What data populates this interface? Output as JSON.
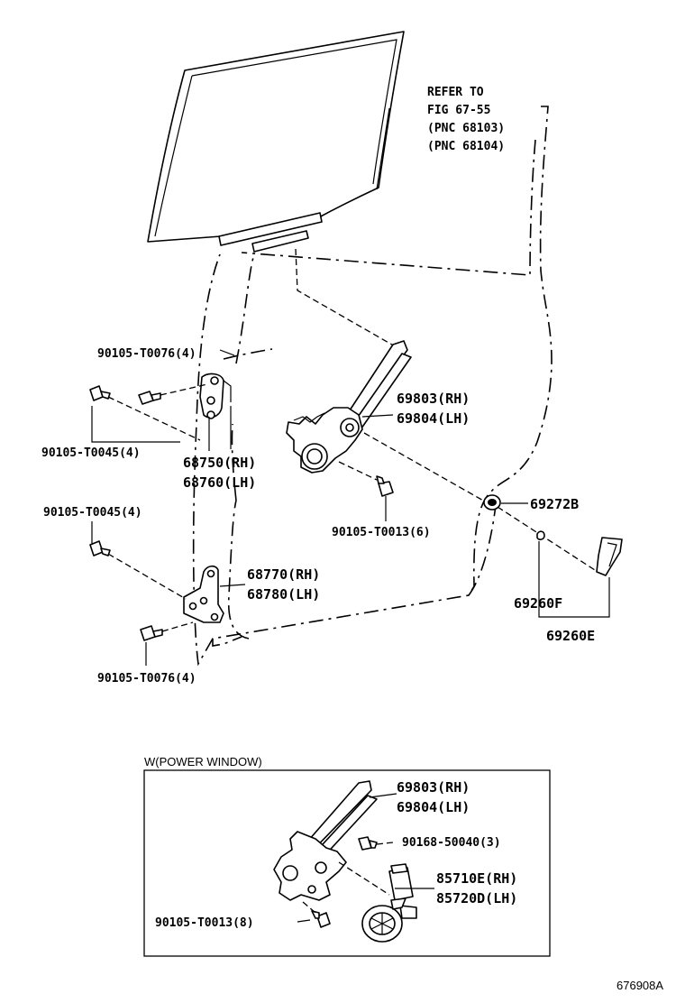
{
  "refer_note": {
    "line1": "REFER TO",
    "line2": "FIG 67-55",
    "line3": "(PNC 68103)",
    "line4": "(PNC 68104)"
  },
  "labels": {
    "bolt_top_left": "90105-T0076(4)",
    "bolt_left_1": "90105-T0045(4)",
    "bolt_left_2": "90105-T0045(4)",
    "bolt_bottom_left": "90105-T0076(4)",
    "channel_rh": "68750(RH)",
    "channel_lh": "68760(LH)",
    "lower_channel_rh": "68770(RH)",
    "lower_channel_lh": "68780(LH)",
    "regulator_rh": "69803(RH)",
    "regulator_lh": "69804(LH)",
    "regulator_bolt": "90105-T0013(6)",
    "bushing": "69272B",
    "handle_sub": "69260F",
    "handle": "69260E"
  },
  "power_window": {
    "title": "W(POWER WINDOW)",
    "regulator_rh": "69803(RH)",
    "regulator_lh": "69804(LH)",
    "screw": "90168-50040(3)",
    "motor_rh": "85710E(RH)",
    "motor_lh": "85720D(LH)",
    "bolt": "90105-T0013(8)"
  },
  "figure_id": "676908A"
}
